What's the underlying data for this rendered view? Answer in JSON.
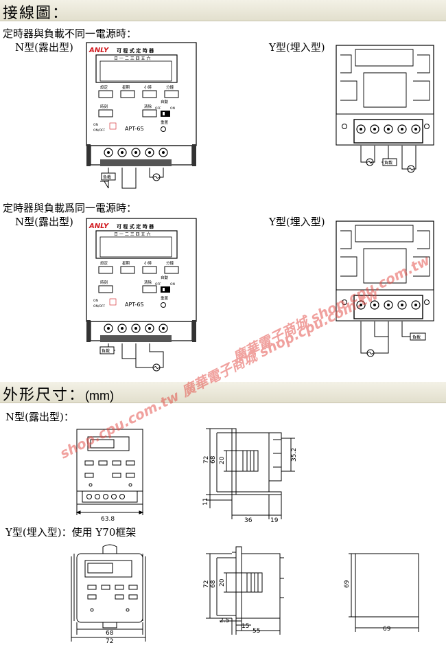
{
  "wiring": {
    "heading": "接線圖：",
    "diff_source": "定時器與負載不同一電源時：",
    "same_source": "定時器與負載爲同一電源時：",
    "n_type": "N型(露出型)",
    "y_type": "Y型(埋入型)"
  },
  "device": {
    "brand": "ANLY",
    "title": "可 程 式 定 時 器",
    "days": "日 一 二 三 四 五 六",
    "btn_set": "設定",
    "btn_week": "星期",
    "btn_hour": "小時",
    "btn_min": "分鐘",
    "btn_clock": "時刻",
    "btn_clear": "清除",
    "switch_label": "自動",
    "sw_off": "OFF",
    "sw_on": "ON",
    "reset": "重置",
    "model": "APT-6S",
    "on_label": "ON",
    "onoff_label": "ON/OFF",
    "load": "負載"
  },
  "dimensions": {
    "heading": "外形尺寸：",
    "unit": "(mm)",
    "n_type": "N型(露出型)：",
    "y_type": "Y型(埋入型)：使用 Y70框架",
    "n_front_width": "63.8",
    "n_side_height": "72",
    "n_side_inner": "68",
    "n_side_center": "20",
    "n_side_right": "35.2",
    "n_side_bottom": "11",
    "n_side_depth": "36",
    "n_side_rear": "19",
    "y_front_inner": "68",
    "y_front_outer": "72",
    "y_side_height": "72",
    "y_side_inner": "68",
    "y_side_center": "20",
    "y_side_a": "2.5",
    "y_side_b": "15",
    "y_side_c": "55",
    "cutout_h": "69",
    "cutout_w": "69"
  },
  "watermark": {
    "line1": "shop.cpu.com.tw 廣華電子商城 shop.cpu.com.tw",
    "line2": "廣華電子商城 shop.cpu.com.tw"
  }
}
